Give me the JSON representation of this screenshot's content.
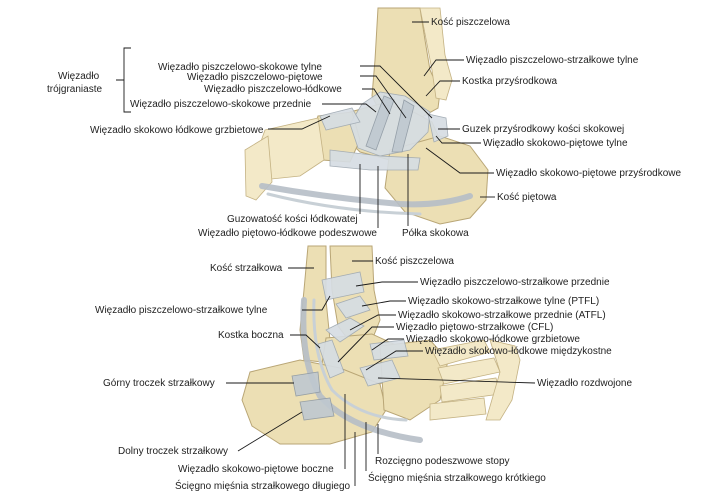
{
  "top": {
    "group": {
      "name_line1": "Więzadło",
      "name_line2": "trójgraniaste"
    },
    "labels": {
      "kosc_piszczelowa": "Kość piszczelowa",
      "wiez_piszcz_strzal_tylne": "Więzadło piszczelowo-strzałkowe tylne",
      "kostka_przysrodkowa": "Kostka przyśrodkowa",
      "wiez_piszcz_skok_tylne": "Więzadło piszczelowo-skokowe tylne",
      "wiez_piszcz_pietowe": "Więzadło piszczelowo-piętowe",
      "wiez_piszcz_lodkowe": "Więzadło piszczelowo-łódkowe",
      "wiez_piszcz_skok_przednie": "Więzadło piszczelowo-skokowe przednie",
      "wiez_skok_lodk_grzbietowe": "Więzadło skokowo łódkowe grzbietowe",
      "guzek_przysrodkowy": "Guzek przyśrodkowy kości skokowej",
      "wiez_skok_piet_tylne": "Więzadło skokowo-piętowe tylne",
      "wiez_skok_piet_przysrodkowe": "Więzadło skokowo-piętowe przyśrodkowe",
      "kosc_pietowa": "Kość piętowa",
      "guzowatosc": "Guzowatość kości łódkowatej",
      "wiez_piet_lodk_podeszwowe": "Więzadło piętowo-łódkowe podeszwowe",
      "polka_skokowa": "Półka skokowa"
    }
  },
  "bottom": {
    "labels": {
      "kosc_strzalkowa": "Kość strzałkowa",
      "kosc_piszczelowa": "Kość piszczelowa",
      "wiez_piszcz_strzal_przednie": "Więzadło piszczelowo-strzałkowe przednie",
      "wiez_piszcz_strzal_tylne": "Więzadło piszczelowo-strzałkowe tylne",
      "ptfl": "Więzadło skokowo-strzałkowe tylne (PTFL)",
      "atfl": "Więzadło skokowo-strzałkowe przednie (ATFL)",
      "kostka_boczna": "Kostka boczna",
      "cfl": "Więzadło piętowo-strzałkowe (CFL)",
      "wiez_skok_lodk_grzbietowe": "Więzadło skokowo-łódkowe grzbietowe",
      "wiez_skok_lodk_miedzykostne": "Więzadło skokowo-łódkowe międzykostne",
      "gorny_troczek": "Górny troczek strzałkowy",
      "wiez_rozdwojone": "Więzadło rozdwojone",
      "dolny_troczek": "Dolny troczek strzałkowy",
      "rozciegno": "Rozcięgno podeszwowe stopy",
      "wiez_skok_piet_boczne": "Więzadło skokowo-piętowe boczne",
      "sciegno_krotkiego": "Ścięgno mięśnia strzałkowego krótkiego",
      "sciegno_dlugiego": "Ścięgno mięśnia strzałkowego długiego"
    }
  }
}
